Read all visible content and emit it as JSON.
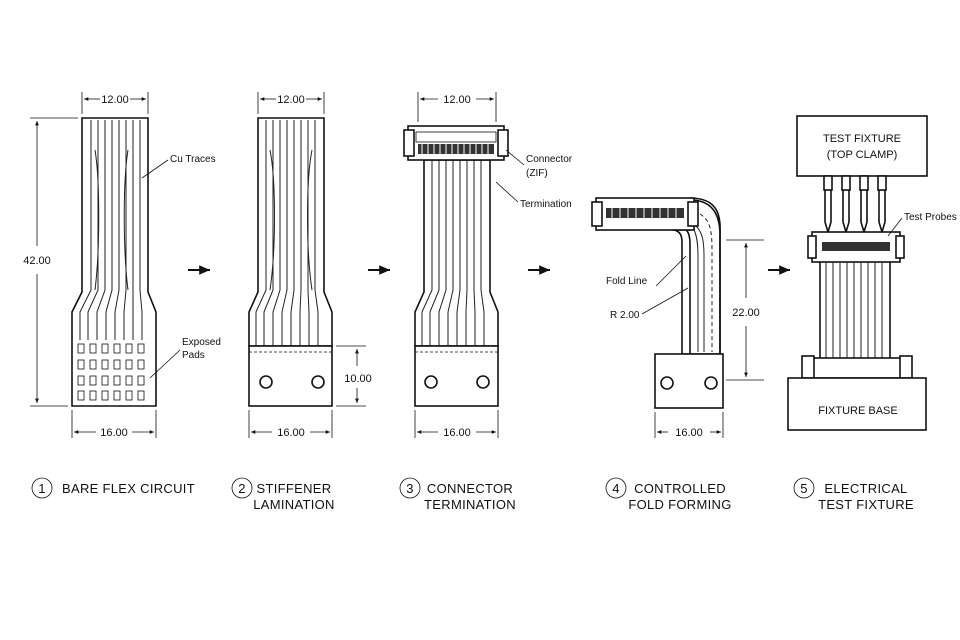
{
  "dims": {
    "width_top": "12.00",
    "width_bottom": "16.00",
    "height_total": "42.00",
    "stiffener_height": "10.00",
    "fold_height": "22.00"
  },
  "labels": {
    "cu_traces": "Cu Traces",
    "exposed_pads_1": "Exposed",
    "exposed_pads_2": "Pads",
    "connector_1": "Connector",
    "connector_2": "(ZIF)",
    "termination": "Termination",
    "fold_line": "Fold Line",
    "radius": "R 2.00",
    "test_probes": "Test Probes",
    "test_fixture_1": "TEST FIXTURE",
    "test_fixture_2": "(TOP CLAMP)",
    "fixture_base": "FIXTURE BASE"
  },
  "steps": [
    {
      "num": "1",
      "line1": "BARE FLEX CIRCUIT",
      "line2": ""
    },
    {
      "num": "2",
      "line1": "STIFFENER",
      "line2": "LAMINATION"
    },
    {
      "num": "3",
      "line1": "CONNECTOR",
      "line2": "TERMINATION"
    },
    {
      "num": "4",
      "line1": "CONTROLLED",
      "line2": "FOLD FORMING"
    },
    {
      "num": "5",
      "line1": "ELECTRICAL",
      "line2": "TEST FIXTURE"
    }
  ]
}
